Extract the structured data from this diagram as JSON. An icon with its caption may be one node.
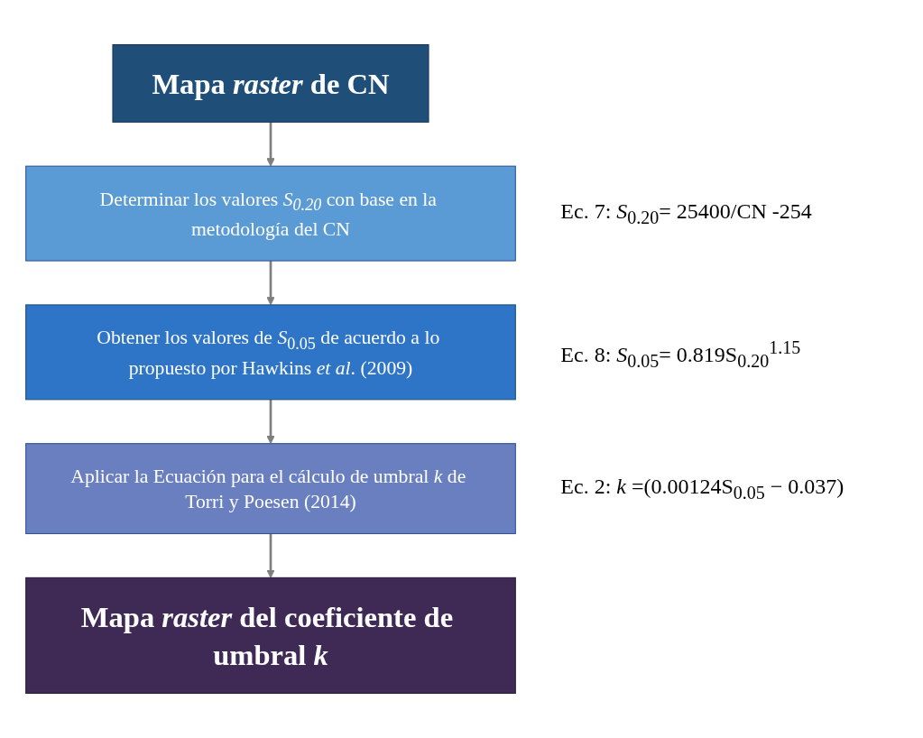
{
  "diagram": {
    "nodes": [
      {
        "text": [
          "Mapa *raster* de CN"
        ]
      },
      {
        "text": [
          "Determinar los valores *S$_{0.20}$* con base en la metodología del CN"
        ],
        "beside": [
          "Ec. 7: *S*$_{0.20}$= 25400/CN -254"
        ]
      },
      {
        "text": [
          "Obtener los valores de *S*$_{0.05}$ de acuerdo a lo propuesto por Hawkins *et al*. (2009)"
        ],
        "beside": [
          "Ec. 8: *S*$_{0.05}$= 0.819S$_{0.20}$$^{1.15}$"
        ]
      },
      {
        "text": [
          "Aplicar la Ecuación para el cálculo de umbral *k* de Torri y Poesen (2014)"
        ],
        "beside": [
          "Ec. 2: *k* =(0.00124S$_{0.05}$ − 0.037)"
        ]
      },
      {
        "text": [
          "Mapa *raster* del coeficiente de umbral *k*"
        ]
      }
    ],
    "edges": [
      {
        "from": 0,
        "to": 1,
        "arrow": "to"
      },
      {
        "from": 1,
        "to": 2,
        "arrow": "to"
      },
      {
        "from": 2,
        "to": 3,
        "arrow": "to"
      },
      {
        "from": 3,
        "to": 4,
        "arrow": "to"
      }
    ]
  }
}
